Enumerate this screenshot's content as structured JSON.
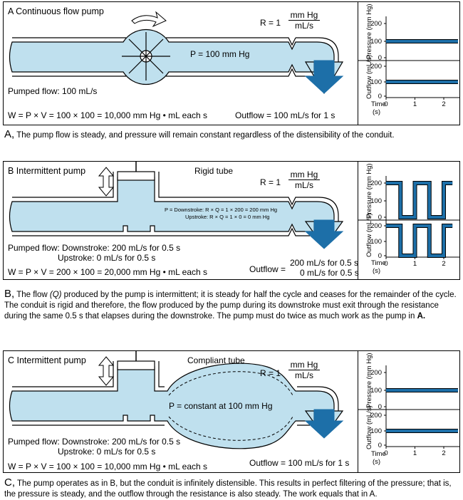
{
  "colors": {
    "fluid": "#bfe0ee",
    "arrow": "#1d6fa8",
    "trace": "#1d6fa8",
    "line": "#000000"
  },
  "panelA": {
    "title": "A  Continuous flow pump",
    "r_label": "R = 1",
    "r_num": "mm Hg",
    "r_den": "mL/s",
    "pressure": "P = 100 mm Hg",
    "pumped": "Pumped flow: 100 mL/s",
    "work": "W = P × V = 100 × 100 = 10,000 mm Hg • mL each s",
    "outflow": "Outflow = 100 mL/s for 1 s"
  },
  "panelB": {
    "title": "B  Intermittent pump",
    "tube": "Rigid tube",
    "r_label": "R = 1",
    "r_num": "mm Hg",
    "r_den": "mL/s",
    "p_down": "P = Downstroke: R × Q = 1 × 200 = 200 mm Hg",
    "p_up": "Upstroke: R × Q = 1 ×     0 =     0 mm Hg",
    "pumped1": "Pumped flow: Downstroke: 200 mL/s for 0.5 s",
    "pumped2": "Upstroke:     0 mL/s for 0.5 s",
    "work": "W = P × V = 200 × 100 = 20,000 mm Hg • mL each s",
    "outflow_label": "Outflow =",
    "outflow1": "200 mL/s for 0.5 s",
    "outflow2": "0 mL/s for 0.5 s"
  },
  "panelC": {
    "title": "C  Intermittent pump",
    "tube": "Compliant tube",
    "r_label": "R = 1",
    "r_num": "mm Hg",
    "r_den": "mL/s",
    "pressure": "P = constant at 100 mm Hg",
    "pumped1": "Pumped flow: Downstroke: 200 mL/s for 0.5 s",
    "pumped2": "Upstroke:     0 mL/s for 0.5 s",
    "work": "W = P × V = 100 × 100 = 10,000 mm Hg • mL each s",
    "outflow": "Outflow = 100 mL/s for 1 s"
  },
  "graph": {
    "pressure_axis": "Pressure (mm Hg)",
    "outflow_axis": "Outflow (mL/s)",
    "time_axis": "Time",
    "time_unit": "(s)",
    "y_ticks": [
      "200",
      "100",
      "0"
    ],
    "x_ticks": [
      "0",
      "1",
      "2"
    ]
  },
  "captions": {
    "a_letter": "A,",
    "a_text": "The pump flow is steady, and pressure will remain constant regardless of the distensibility of the conduit.",
    "b_letter": "B,",
    "b_text1": "The flow ",
    "b_q": "(Q)",
    "b_text2": " produced by the pump is intermittent; it is steady for half the cycle and ceases for the remainder of the cycle. The conduit is rigid and therefore, the flow produced by the pump during its downstroke must exit through the resistance during the same 0.5 s that elapses during the downstroke. The pump must do twice as much work as the pump in ",
    "b_bold": "A.",
    "c_letter": "C,",
    "c_text": "The pump operates as in B, but the conduit is infinitely distensible. This results in perfect filtering of the pressure; that is, the pressure is steady, and the outflow through the resistance is also steady. The work equals that in A."
  }
}
